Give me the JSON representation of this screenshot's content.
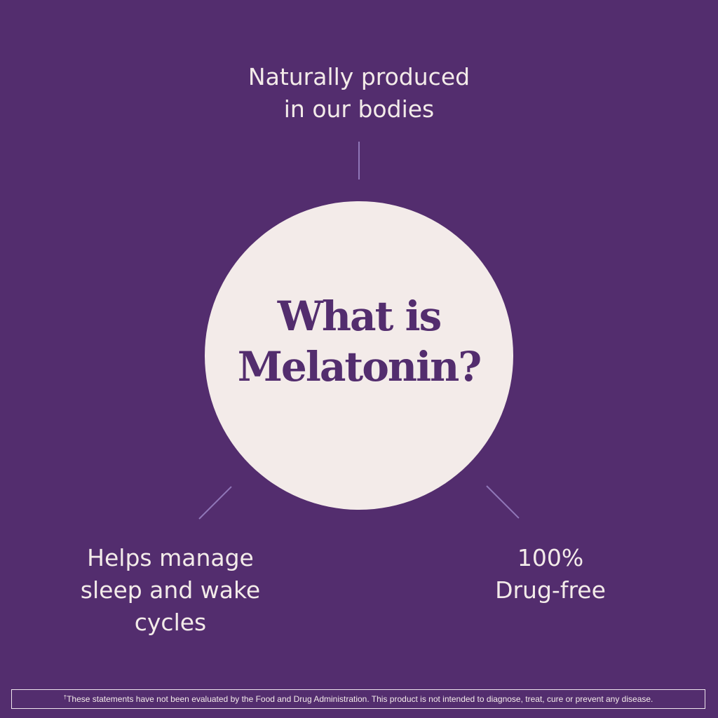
{
  "facts": {
    "top": {
      "lines": [
        "Naturally produced",
        "in our bodies"
      ]
    },
    "left": {
      "lines": [
        "Helps manage",
        "sleep and wake",
        "cycles"
      ]
    },
    "right": {
      "lines": [
        "100%",
        "Drug-free"
      ]
    }
  },
  "hero": {
    "lines": [
      "What is",
      "Melatonin?"
    ]
  },
  "disclaimer": {
    "marker": "†",
    "text": "These statements have not been evaluated by the Food and Drug Administration. This product is not intended to diagnose, treat, cure or prevent any disease."
  },
  "colors": {
    "background": "#532d6e",
    "circle": "#f3ebe9",
    "text_light": "#f3ebe9",
    "accent_line": "#9077b8",
    "title_text": "#532d6e"
  }
}
